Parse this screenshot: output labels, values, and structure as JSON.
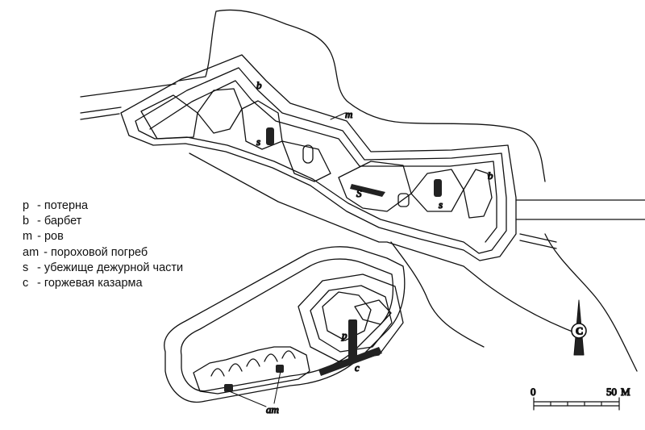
{
  "legend": [
    {
      "key": "p",
      "text": "потерна"
    },
    {
      "key": "b",
      "text": "барбет"
    },
    {
      "key": "m",
      "text": "ров"
    },
    {
      "key": "am",
      "text": "пороховой погреб"
    },
    {
      "key": "s",
      "text": "убежище дежурной части"
    },
    {
      "key": "c",
      "text": "горжевая казарма"
    }
  ],
  "plan_labels": {
    "b_upper": "b",
    "m": "m",
    "s_left": "s",
    "s_middle": "S",
    "s_right": "s",
    "b_right": "b",
    "p": "p",
    "c": "c",
    "am": "am"
  },
  "scale": {
    "start": "0",
    "end": "50",
    "unit": "M"
  },
  "north_arrow": {
    "letter": "C",
    "icon": "north-arrow-icon"
  },
  "colors": {
    "ink": "#111111",
    "paper": "#ffffff",
    "fill": "#222222"
  }
}
